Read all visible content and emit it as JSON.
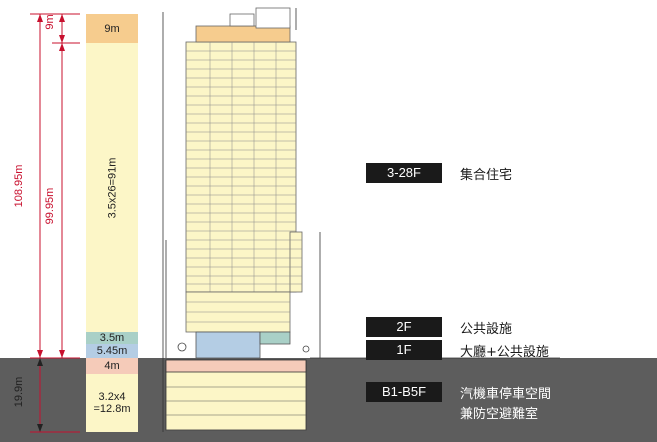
{
  "dimensions": {
    "total_height": "108.95m",
    "above_ground_height": "99.95m",
    "below_ground_depth": "19.9m"
  },
  "height_bar": {
    "roof": "9m",
    "residential": "3.5x26=91m",
    "floor_2": "3.5m",
    "floor_1": "5.45m",
    "b1": "4m",
    "basement_line1": "3.2x4",
    "basement_line2": "=12.8m"
  },
  "floors": [
    {
      "tag": "3-28F",
      "desc": "集合住宅"
    },
    {
      "tag": "2F",
      "desc": "公共設施"
    },
    {
      "tag": "1F",
      "desc": "大廳+公共設施"
    },
    {
      "tag": "B1-B5F",
      "desc_line1": "汽機車停車空間",
      "desc_line2": "兼防空避難室"
    }
  ],
  "colors": {
    "dimension_red": "#c8102e",
    "roof_orange": "#f6cc8e",
    "residential_yellow": "#fcf6c7",
    "floor_2_teal": "#a9d0c7",
    "floor_1_blue": "#b4cde4",
    "b1_pink": "#f5cbb9",
    "basement_yellow": "#fcf6c7",
    "ground_grey": "#5d5d5d"
  }
}
